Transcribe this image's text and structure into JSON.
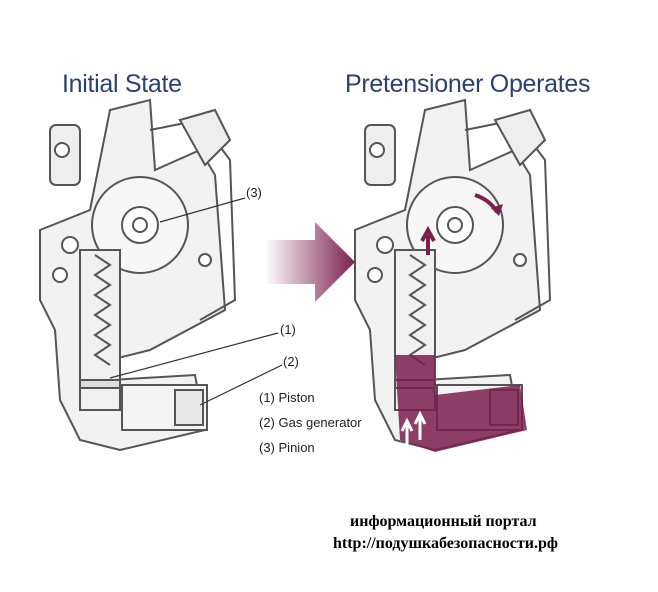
{
  "titles": {
    "left": "Initial State",
    "right": "Pretensioner Operates"
  },
  "callouts": {
    "c1": "(1)",
    "c2": "(2)",
    "c3": "(3)"
  },
  "legend": [
    {
      "num": "(1)",
      "label": "Piston"
    },
    {
      "num": "(2)",
      "label": "Gas generator"
    },
    {
      "num": "(3)",
      "label": "Pinion"
    }
  ],
  "footer": {
    "line1": "информационный портал",
    "line2": "http://подушкабезопасности.рф"
  },
  "colors": {
    "title": "#2b3f73",
    "accent": "#7b1f4f",
    "outline": "#555555"
  }
}
